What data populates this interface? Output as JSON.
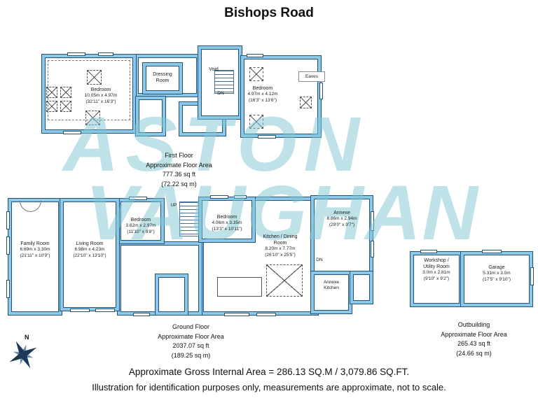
{
  "title": "Bishops Road",
  "watermark": {
    "line1": "ASTON",
    "line2": "VAUGHAN"
  },
  "compass_label": "N",
  "colors": {
    "wall_fill": "#8cc9e9",
    "wall_line": "#23517a",
    "watermark": "#7dc4d2"
  },
  "first_floor": {
    "title": "First Floor",
    "subtitle": "Approximate Floor Area",
    "sqft": "777.36 sq ft",
    "sqm": "(72.22 sq m)",
    "rooms": {
      "bedroom_left": {
        "name": "Bedroom",
        "metric": "10.05m x 4.97m",
        "imperial": "(32'11\" x 16'3\")"
      },
      "dressing": {
        "name": "Dressing",
        "name2": "Room"
      },
      "void": {
        "name": "Void"
      },
      "bedroom_right": {
        "name": "Bedroom",
        "metric": "4.97m x 4.12m",
        "imperial": "(16'3\" x 13'6\")"
      },
      "eaves": "Eaves",
      "dn": "DN"
    }
  },
  "ground_floor": {
    "title": "Ground Floor",
    "subtitle": "Approximate Floor Area",
    "sqft": "2037.07 sq ft",
    "sqm": "(189.25 sq m)",
    "rooms": {
      "family": {
        "name": "Family Room",
        "metric": "6.69m x 3.30m",
        "imperial": "(21'11\" x 10'9\")"
      },
      "living": {
        "name": "Living Room",
        "metric": "6.98m x 4.23m",
        "imperial": "(22'10\" x 13'10\")"
      },
      "bedroom1": {
        "name": "Bedroom",
        "metric": "3.62m x 2.97m",
        "imperial": "(11'10\" x 9'8\")"
      },
      "bedroom2": {
        "name": "Bedroom",
        "metric": "4.06m x 3.35m",
        "imperial": "(13'3\" x 10'11\")"
      },
      "kitchen": {
        "name": "Kitchen / Dining",
        "name2": "Room",
        "metric": "8.20m x 7.77m",
        "imperial": "(26'10\" x 25'5\")"
      },
      "annexe": {
        "name": "Annexe",
        "metric": "8.86m x 2.94m",
        "imperial": "(29'0\" x 9'7\")"
      },
      "annexe_kitchen": {
        "name": "Annexe",
        "name2": "Kitchen"
      },
      "up": "UP",
      "dn": "DN"
    }
  },
  "outbuilding": {
    "title": "Outbuilding",
    "subtitle": "Approximate Floor Area",
    "sqft": "265.43 sq ft",
    "sqm": "(24.66 sq m)",
    "rooms": {
      "workshop": {
        "name": "Workshop /",
        "name2": "Utility Room",
        "metric": "3.0m x 2.81m",
        "imperial": "(9'10\" x 9'2\")"
      },
      "garage": {
        "name": "Garage",
        "metric": "5.31m x 3.0m",
        "imperial": "(17'5\" x 9'10\")"
      }
    }
  },
  "footer": {
    "gross": "Approximate Gross Internal Area  =  286.13 SQ.M / 3,079.86 SQ.FT.",
    "disclaimer": "Illustration for identification purposes only, measurements are approximate, not to scale."
  }
}
